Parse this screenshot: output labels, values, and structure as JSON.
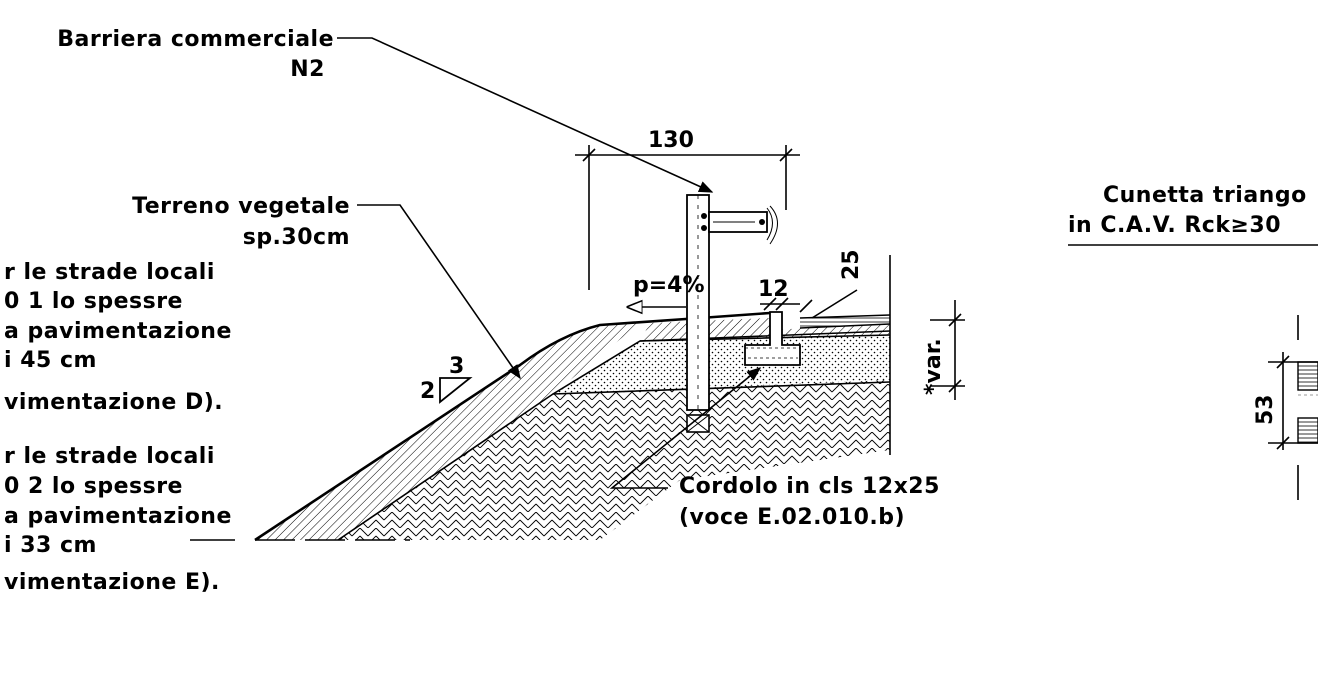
{
  "labels": {
    "barriera_line1": "Barriera commerciale",
    "barriera_line2": "N2",
    "terreno_line1": "Terreno vegetale",
    "terreno_line2": "sp.30cm",
    "note1_line1": "r le strade locali",
    "note1_line2": "0 1 lo spessre",
    "note1_line3": "a pavimentazione",
    "note1_line4": "i 45 cm",
    "note1_line5": "vimentazione D).",
    "note2_line1": "r le strade locali",
    "note2_line2": "0 2 lo spessre",
    "note2_line3": "a pavimentazione",
    "note2_line4": "i 33 cm",
    "note2_line5": "vimentazione E).",
    "cordolo_line1": "Cordolo in cls 12x25",
    "cordolo_line2": "(voce E.02.010.b)",
    "cunetta_line1": "Cunetta triango",
    "cunetta_line2": "in C.A.V. Rck≥30"
  },
  "dimensions": {
    "width_130": "130",
    "height_25": "25",
    "width_12": "12",
    "slope_p": "p=4%",
    "var": "*var.",
    "slope_ratio_top": "3",
    "slope_ratio_side": "2",
    "dim_53": "53"
  }
}
